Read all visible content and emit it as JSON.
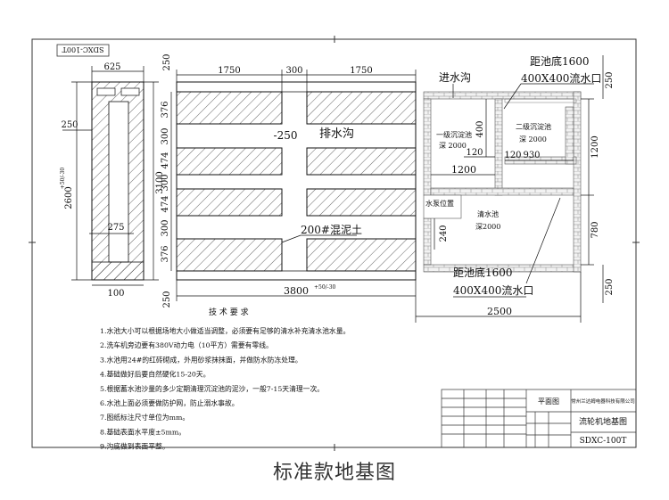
{
  "caption": "标准款地基图",
  "drawing_code_box": "SDXC-100T",
  "dimensions": {
    "d625": "625",
    "d250_tl": "250",
    "d1750_a": "1750",
    "d300_top": "300",
    "d1750_b": "1750",
    "d250_left": "250",
    "d2600": "2600",
    "d2600_tol": "+50\n-30",
    "d3100": "3100",
    "d275": "275",
    "d100": "100",
    "v376_a": "376",
    "v300_a": "300",
    "v474_a": "474",
    "v300_b": "300",
    "v474_b": "474",
    "v300_c": "300",
    "v376_b": "376",
    "d250_bl": "250",
    "d3800": "3800",
    "d3800_tol": "+50\n-30",
    "d400": "400",
    "d120_a": "120",
    "d930": "930",
    "d1200_h": "1200",
    "d1200_v": "1200",
    "d240": "240",
    "d120_b": "120",
    "d780": "780",
    "d250_tr": "250",
    "d250_br": "250",
    "d2500": "2500"
  },
  "labels": {
    "drain_ditch": "排水沟",
    "drain_depth": "-250",
    "inlet_ditch": "进水沟",
    "concrete": "200#混泥土",
    "pool_top_1": "距池底1600",
    "pool_top_2": "400X400流水口",
    "pool_bot_1": "距池底1600",
    "pool_bot_2": "400X400流水口",
    "tank1_a": "一级沉淀池",
    "tank1_b": "深 2000",
    "tank2_a": "二级沉淀池",
    "tank2_b": "深 2000",
    "pump_pos": "水泵位置",
    "clear_a": "清水池",
    "clear_b": "深2000"
  },
  "notes": {
    "title": "技 术 要 求",
    "items": [
      "1.水池大小可以根据场地大小做适当调整，必须要有足够的清水补充清水池水量。",
      "2.洗车机旁边要有380V动力电（10平方）需要有零线。",
      "3.水池用24#的红砖砌成，外用砂浆抹抹面，并做防水防冻处理。",
      "4.基础做好后要自然硬化15-20天。",
      "5.根据蓄水池沙量的多少定期清理沉淀池的泥沙，一般7-15天清理一次。",
      "6.水池上面必须要做防护网，防止溺水事故。",
      "7.图纸标注尺寸单位为mm。",
      "8.基础表面水平度±5mm。",
      "9.沟底做到表面平整。"
    ]
  },
  "title_block": {
    "view": "平面图",
    "company": "常州兰达姆电器科技有限公司",
    "drawing_name": "流轮机地基图",
    "code": "SDXC-100T"
  }
}
